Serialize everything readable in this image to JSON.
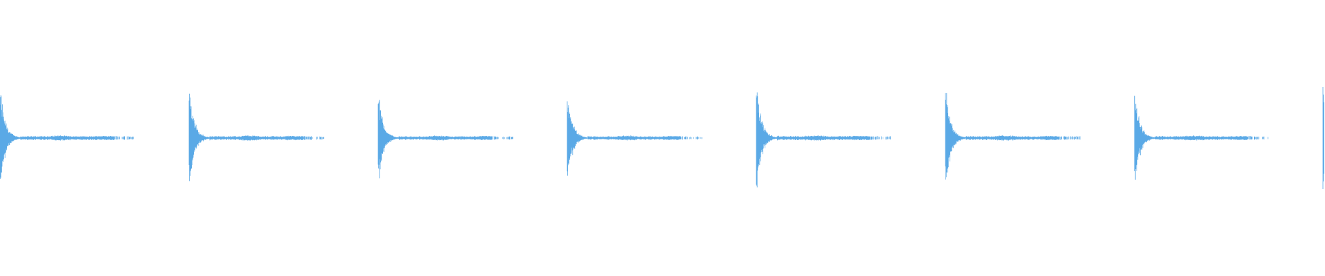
{
  "waveform": {
    "color": "#5aa9e6",
    "background": "#ffffff",
    "pulse_count": 8,
    "pulses": [
      {
        "index": 1,
        "peak_amplitude": 0.68
      },
      {
        "index": 2,
        "peak_amplitude": 0.68
      },
      {
        "index": 3,
        "peak_amplitude": 0.6
      },
      {
        "index": 4,
        "peak_amplitude": 0.6
      },
      {
        "index": 5,
        "peak_amplitude": 0.72
      },
      {
        "index": 6,
        "peak_amplitude": 0.68
      },
      {
        "index": 7,
        "peak_amplitude": 0.66
      },
      {
        "index": 8,
        "peak_amplitude": 0.74,
        "truncated": true
      }
    ]
  }
}
